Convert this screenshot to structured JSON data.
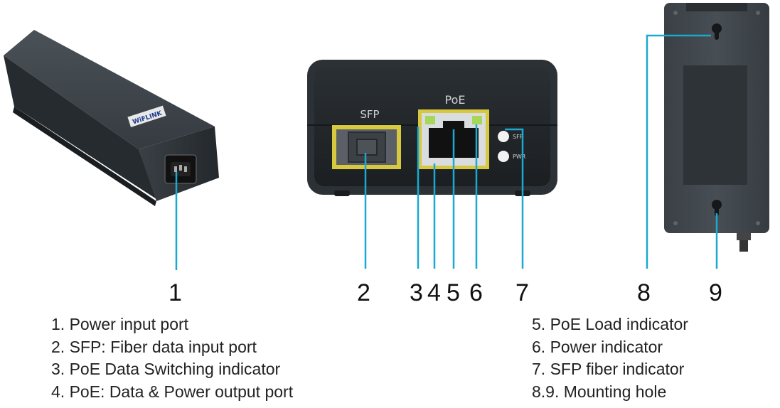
{
  "device": {
    "logo_text": "WiFLINK",
    "sfp_label": "SFP",
    "poe_label": "PoE",
    "led_sfp_label": "SFP",
    "led_pwr_label": "PWR"
  },
  "callouts": [
    "1",
    "2",
    "3",
    "4",
    "5",
    "6",
    "7",
    "8",
    "9"
  ],
  "legend_left": [
    "1. Power input port",
    "2. SFP: Fiber data input port",
    "3. PoE Data Switching indicator",
    "4. PoE: Data & Power output port"
  ],
  "legend_right": [
    "5. PoE Load indicator",
    "6. Power indicator",
    "7. SFP fiber indicator",
    "8.9. Mounting hole"
  ],
  "colors": {
    "callout_line": "#1aa9d2",
    "device_body": "#2b3034",
    "port_frame": "#d8c840",
    "led_green": "#a6d65a"
  }
}
